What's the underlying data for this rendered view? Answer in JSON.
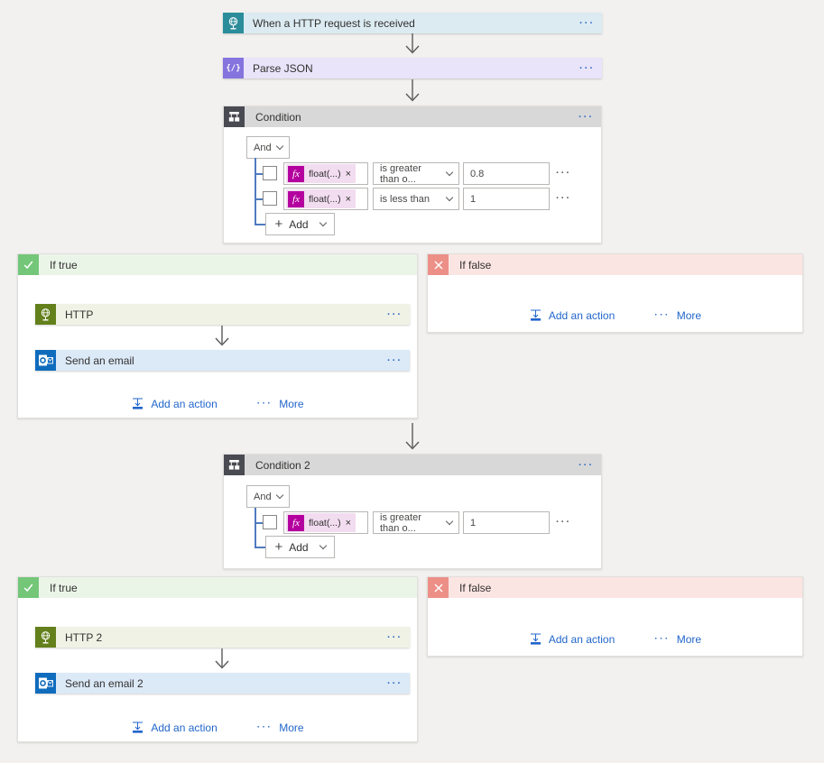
{
  "ui": {
    "ellipsis": "···",
    "remove": "×",
    "plus": "+",
    "fx": "fx",
    "parse_glyph": "{/}"
  },
  "colors": {
    "canvas_bg": "#f2f1f0",
    "trigger_icon": "#2b8d9a",
    "trigger_bg": "#dcebf2",
    "parse_icon": "#8573de",
    "parse_bg": "#e9e4f9",
    "condition_icon": "#4a4a52",
    "condition_header_bg": "#d8d8d8",
    "if_true_icon": "#74c678",
    "if_true_header_bg": "#eaf5e8",
    "if_false_icon": "#ec9087",
    "if_false_header_bg": "#fbe5e3",
    "http_icon": "#63801c",
    "http_bg": "#f0f2e5",
    "outlook_icon": "#0f6cbd",
    "outlook_bg": "#dce9f7",
    "fx_icon": "#b4009e",
    "fx_pill_bg": "#f2dcf0",
    "link_blue": "#2266cb",
    "connector_blue": "#4f7ac0",
    "arrow_gray": "#5a5a5a"
  },
  "trigger": {
    "title": "When a HTTP request is received"
  },
  "parse_json": {
    "title": "Parse JSON"
  },
  "condition1": {
    "title": "Condition",
    "join": "And",
    "add_label": "Add",
    "rows": [
      {
        "operand": "float(...)",
        "operator": "is greater than o...",
        "value": "0.8"
      },
      {
        "operand": "float(...)",
        "operator": "is less than",
        "value": "1"
      }
    ]
  },
  "branch1": {
    "if_true": {
      "label": "If true",
      "http_title": "HTTP",
      "email_title": "Send an email",
      "add_action": "Add an action",
      "more": "More"
    },
    "if_false": {
      "label": "If false",
      "add_action": "Add an action",
      "more": "More"
    }
  },
  "condition2": {
    "title": "Condition 2",
    "join": "And",
    "add_label": "Add",
    "rows": [
      {
        "operand": "float(...)",
        "operator": "is greater than o...",
        "value": "1"
      }
    ]
  },
  "branch2": {
    "if_true": {
      "label": "If true",
      "http_title": "HTTP 2",
      "email_title": "Send an email 2",
      "add_action": "Add an action",
      "more": "More"
    },
    "if_false": {
      "label": "If false",
      "add_action": "Add an action",
      "more": "More"
    }
  }
}
